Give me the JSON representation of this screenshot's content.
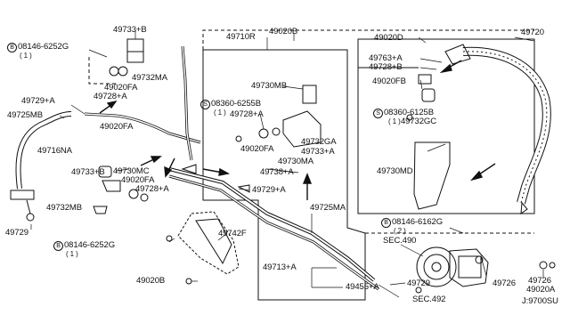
{
  "labels": {
    "p49733b_top": "49733+B",
    "p49710r": "49710R",
    "p49020b_top": "49020B",
    "p49020d": "49020D",
    "p49720": "49720",
    "p08146_6252g_top": "08146-6252G",
    "p08146_6252g_top_qty": "( 1 )",
    "p49732ma": "49732MA",
    "p49020fa_a": "49020FA",
    "p49728a_a": "49728+A",
    "p49729a_left": "49729+A",
    "p49725mb": "49725MB",
    "p49730mb": "49730MB",
    "p49763a": "49763+A",
    "p49728b": "49728+B",
    "p49020fb": "49020FB",
    "p08360_6255b": "08360-6255B",
    "p08360_6255b_qty": "( 1 )",
    "p49728a_b": "49728+A",
    "p08360_6125b": "08360-6125B",
    "p08360_6125b_qty": "( 1 )",
    "p49732gc": "49732GC",
    "p49020fa_b": "49020FA",
    "p49716na": "49716NA",
    "p49020fa_c": "49020FA",
    "p49732ga": "49732GA",
    "p49733a": "49733+A",
    "p49730ma": "49730MA",
    "p49733b_mid": "49733+B",
    "p49730mc": "49730MC",
    "p49738a": "49738+A",
    "p49730md": "49730MD",
    "p49020fa_d": "49020FA",
    "p49728a_c": "49728+A",
    "p49729a_mid": "49729+A",
    "p49732mb": "49732MB",
    "p49725ma": "49725MA",
    "p08146_6162g": "08146-6162G",
    "p08146_6162g_qty": "( 2 )",
    "p49729_left": "49729",
    "sec490": "SEC.490",
    "p08146_6252g_bot": "08146-6252G",
    "p08146_6252g_bot_qty": "( 1 )",
    "p49742f": "49742F",
    "p49713a": "49713+A",
    "p49020b_bot": "49020B",
    "p49455a": "49455+A",
    "p49729_bot": "49729",
    "p49726_a": "49726",
    "p49726_b": "49726",
    "p49020a": "49020A",
    "sec492": "SEC.492",
    "diagram_code": "J:9700SU",
    "circle_b": "B",
    "circle_s": "S"
  }
}
